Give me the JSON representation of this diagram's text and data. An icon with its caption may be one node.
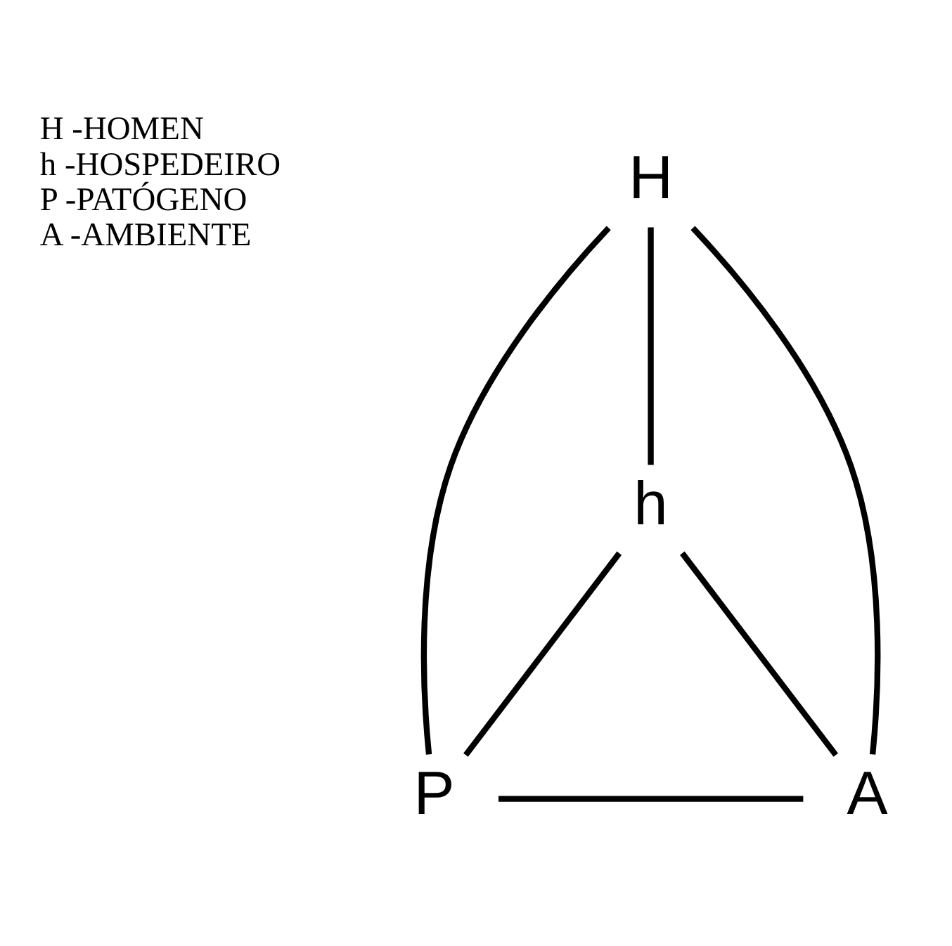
{
  "diagram": {
    "nodes": [
      {
        "text": [
          "H"
        ]
      },
      {
        "text": [
          "h"
        ]
      },
      {
        "text": [
          "P"
        ]
      },
      {
        "text": [
          "A"
        ]
      }
    ],
    "edges": [
      {
        "from": 0,
        "to": 2,
        "arrow": "none"
      },
      {
        "from": 0,
        "to": 3,
        "arrow": "none"
      },
      {
        "from": 0,
        "to": 1,
        "arrow": "none"
      },
      {
        "from": 1,
        "to": 2,
        "arrow": "none"
      },
      {
        "from": 1,
        "to": 3,
        "arrow": "none"
      },
      {
        "from": 2,
        "to": 3,
        "arrow": "none"
      }
    ],
    "labels": [
      "H -HOMEN",
      "h -HOSPEDEIRO",
      "P -PATÓGENO",
      "A -AMBIENTE"
    ]
  }
}
